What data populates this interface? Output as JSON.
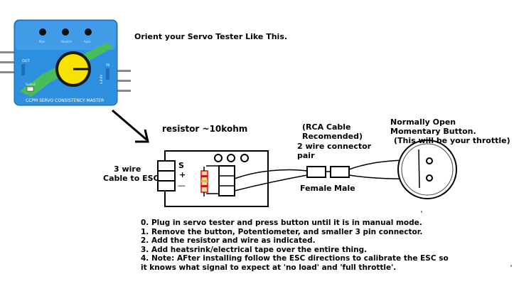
{
  "device": {
    "brand_label": "CCPM SERVO CONSISTENCY MASTER",
    "out_label": "OUT",
    "in_label": "IN",
    "voltage_label": "4.8-6V",
    "select_label": "Select",
    "body_color": "#2f8fdf",
    "knob_color": "#f6e200"
  },
  "labels": {
    "orient": "Orient your Servo Tester Like This.",
    "resistor": "resistor ~10kohm",
    "rca_line1": "(RCA Cable",
    "rca_line2": "Recomended)",
    "connector_line1": "2 wire connector",
    "connector_line2": "pair",
    "normally_open_line1": "Normally Open",
    "normally_open_line2": "Momentary Button.",
    "normally_open_line3": "(This will be your throttle)",
    "wire_line1": "3 wire",
    "wire_line2": "Cable to ESC",
    "pin_s": "S",
    "pin_plus": "+",
    "pin_minus": "—",
    "female": "Female",
    "male": "Male"
  },
  "steps": [
    "0. Plug in servo tester and press button until it is in manual mode.",
    "1. Remove the button, Potentiometer, and smaller 3 pin connector.",
    "2. Add the resistor and wire as indicated.",
    "3. Add heatsrink/electrical tape over the entire thing.",
    "4. Note: AFter installing follow the ESC directions to calibrate the ESC so",
    "it knows what signal to expect at 'no load' and 'full throttle'."
  ]
}
